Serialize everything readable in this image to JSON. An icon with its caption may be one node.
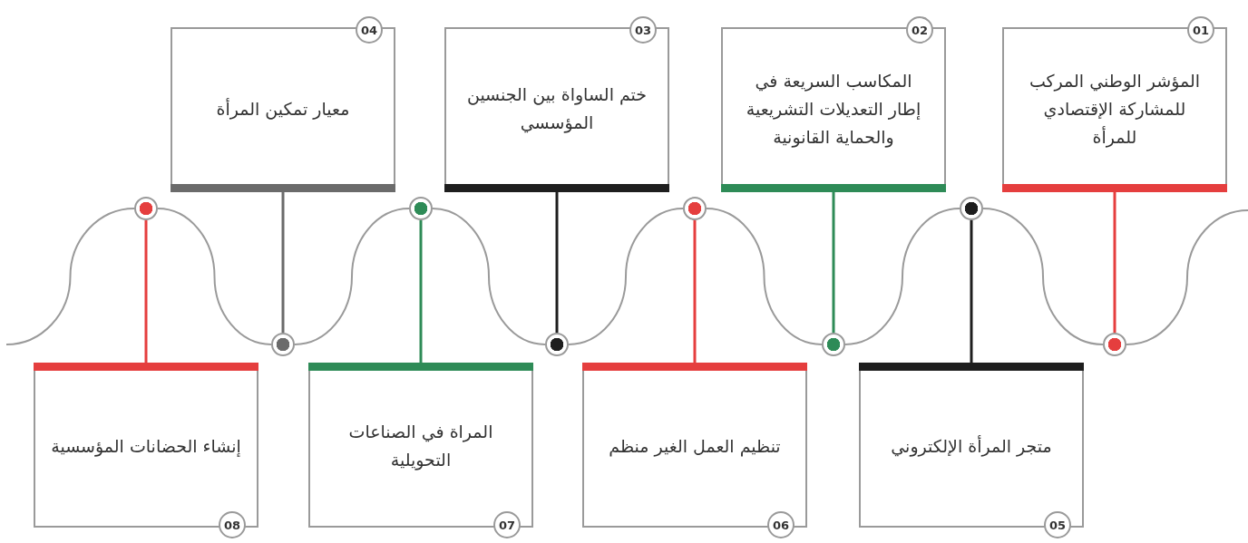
{
  "diagram": {
    "nodes": [
      {
        "text": [
          "01",
          "المؤشر الوطني المركب للمشاركة الإقتصادي للمرأة"
        ]
      },
      {
        "text": [
          "02",
          "المكاسب السريعة في إطار التعديلات التشريعية والحماية القانونية"
        ]
      },
      {
        "text": [
          "03",
          "ختم الساواة بين الجنسين المؤسسي"
        ]
      },
      {
        "text": [
          "04",
          "معيار تمكين المرأة"
        ]
      },
      {
        "text": [
          "متجر المرأة الإلكتروني",
          "05"
        ]
      },
      {
        "text": [
          "تنظيم العمل الغير منظم",
          "06"
        ]
      },
      {
        "text": [
          "المراة في الصناعات التحويلية",
          "07"
        ]
      },
      {
        "text": [
          "إنشاء الحضانات المؤسسية",
          "08"
        ]
      },
      {
        "text": [],
        "shape": "circle"
      },
      {
        "text": [],
        "shape": "circle"
      },
      {
        "text": [],
        "shape": "circle"
      },
      {
        "text": [],
        "shape": "circle"
      },
      {
        "text": [],
        "shape": "circle"
      },
      {
        "text": [],
        "shape": "circle"
      },
      {
        "text": [],
        "shape": "circle"
      },
      {
        "text": [],
        "shape": "circle"
      }
    ],
    "edges": [
      {
        "from": 0,
        "to": 15,
        "arrow": "none",
        "color": "#e53e3e"
      },
      {
        "from": 1,
        "to": 13,
        "arrow": "none",
        "color": "#2e8b57"
      },
      {
        "from": 2,
        "to": 11,
        "arrow": "none",
        "color": "#1e1e1e"
      },
      {
        "from": 3,
        "to": 9,
        "arrow": "none",
        "color": "#6b6b6b"
      },
      {
        "from": 4,
        "to": 14,
        "arrow": "none",
        "color": "#1e1e1e"
      },
      {
        "from": 5,
        "to": 12,
        "arrow": "none",
        "color": "#e53e3e"
      },
      {
        "from": 6,
        "to": 10,
        "arrow": "none",
        "color": "#2e8b57"
      },
      {
        "from": 7,
        "to": 8,
        "arrow": "none",
        "color": "#e53e3e"
      },
      {
        "from": null,
        "to": 8,
        "arrow": "none"
      },
      {
        "from": 8,
        "to": 9,
        "arrow": "none"
      },
      {
        "from": 9,
        "to": 10,
        "arrow": "none"
      },
      {
        "from": 10,
        "to": 11,
        "arrow": "none"
      },
      {
        "from": 11,
        "to": 12,
        "arrow": "none"
      },
      {
        "from": 12,
        "to": 13,
        "arrow": "none"
      },
      {
        "from": 13,
        "to": 14,
        "arrow": "none"
      },
      {
        "from": 14,
        "to": 15,
        "arrow": "none"
      },
      {
        "from": 15,
        "to": null,
        "arrow": "none"
      }
    ]
  }
}
